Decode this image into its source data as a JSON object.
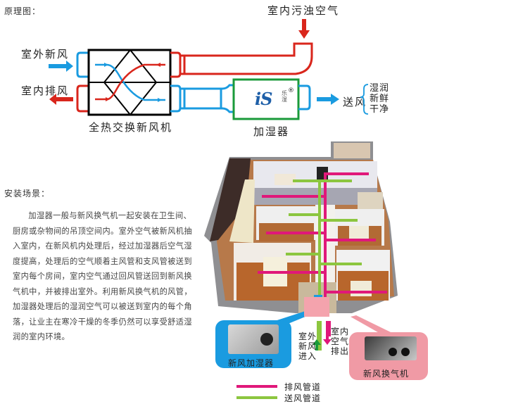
{
  "principle": {
    "heading": "原理图：",
    "outdoor_fresh_air": "室外新风",
    "indoor_exhaust_air": "室内排风",
    "indoor_dirty_air": "室内污浊空气",
    "ventilator_label": "全热交换新风机",
    "humidifier_label": "加湿器",
    "supply_air": "送风",
    "supply_qualities": [
      "湿润",
      "新鲜",
      "干净"
    ],
    "brand_logo": "iS",
    "brand_chinese": [
      "乐",
      "湿"
    ],
    "brand_mark": "®"
  },
  "installation": {
    "heading": "安装场景：",
    "description": "加湿器一般与新风换气机一起安装在卫生间、厨房或杂物间的吊顶空间内。室外空气被新风机抽入室内，在新风机内处理后，经过加湿器后空气湿度提高，处理后的空气顺着主风管和支风管被送到室内每个房间，室内空气通过回风管送回到新风换气机中，并被排出室外。利用新风换气机的风管，加湿器处理后的湿润空气可以被送到室内的每个角落，让业主在寒冷干燥的冬季仍然可以享受舒适湿润的室内环境。"
  },
  "scene": {
    "humidifier_callout": "新风加湿器",
    "ventilator_callout": "新风换气机",
    "outdoor_in_label": [
      "室外",
      "新风",
      "进入"
    ],
    "indoor_out_label": [
      "室内",
      "空气",
      "排出"
    ],
    "legend": [
      {
        "label": "排风管道",
        "color": "#e0187a"
      },
      {
        "label": "送风管道",
        "color": "#8cc63f"
      }
    ]
  },
  "colors": {
    "fresh_blue": "#1a9be0",
    "exhaust_red": "#d9261c",
    "humidifier_green": "#1a9a3a",
    "exhaust_duct_pink": "#e0187a",
    "supply_duct_green": "#8cc63f"
  }
}
